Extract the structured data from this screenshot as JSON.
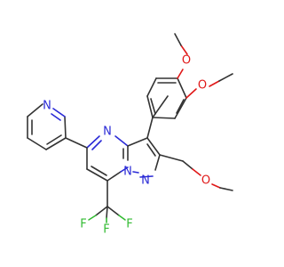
{
  "molecule": {
    "colors": {
      "carbon_bond": "#333333",
      "nitrogen": "#2a2ad6",
      "oxygen": "#e01818",
      "fluorine": "#33bb33",
      "background": "#ffffff"
    },
    "labels": {
      "n_pyridine": "N",
      "n_pyrimidine": "N",
      "n_bridge": "N",
      "n_pyrazole": "N",
      "o_para_methoxy": "O",
      "o_meta_methoxy": "O",
      "o_methoxymethyl": "O",
      "f_top": "F",
      "f_left": "F",
      "f_right": "F"
    }
  }
}
